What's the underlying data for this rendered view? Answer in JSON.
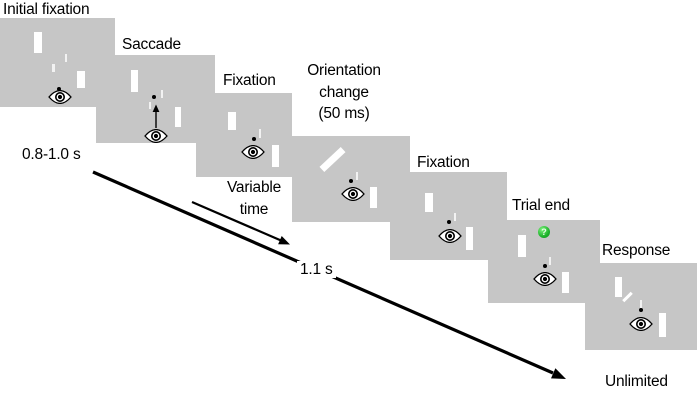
{
  "colors": {
    "panel_gray": "#c6c6c6",
    "stimulus_white": "#ffffff",
    "probe_faint": "#f2f2f2",
    "reward_green": "#1db32b",
    "arrow_black": "#000000"
  },
  "panels": [
    {
      "title": "Initial fixation"
    },
    {
      "title": "Saccade"
    },
    {
      "title": "Fixation"
    },
    {
      "title_lines": [
        "Orientation",
        "change",
        "(50 ms)"
      ]
    },
    {
      "title": "Fixation"
    },
    {
      "title": "Trial end",
      "badge_glyph": "?"
    },
    {
      "title": "Response"
    }
  ],
  "timings": {
    "initial_fixation": "0.8-1.0 s",
    "saccade_lines": [
      "Variable",
      "time"
    ],
    "post_fixation": "1.1 s",
    "response": "Unlimited"
  }
}
